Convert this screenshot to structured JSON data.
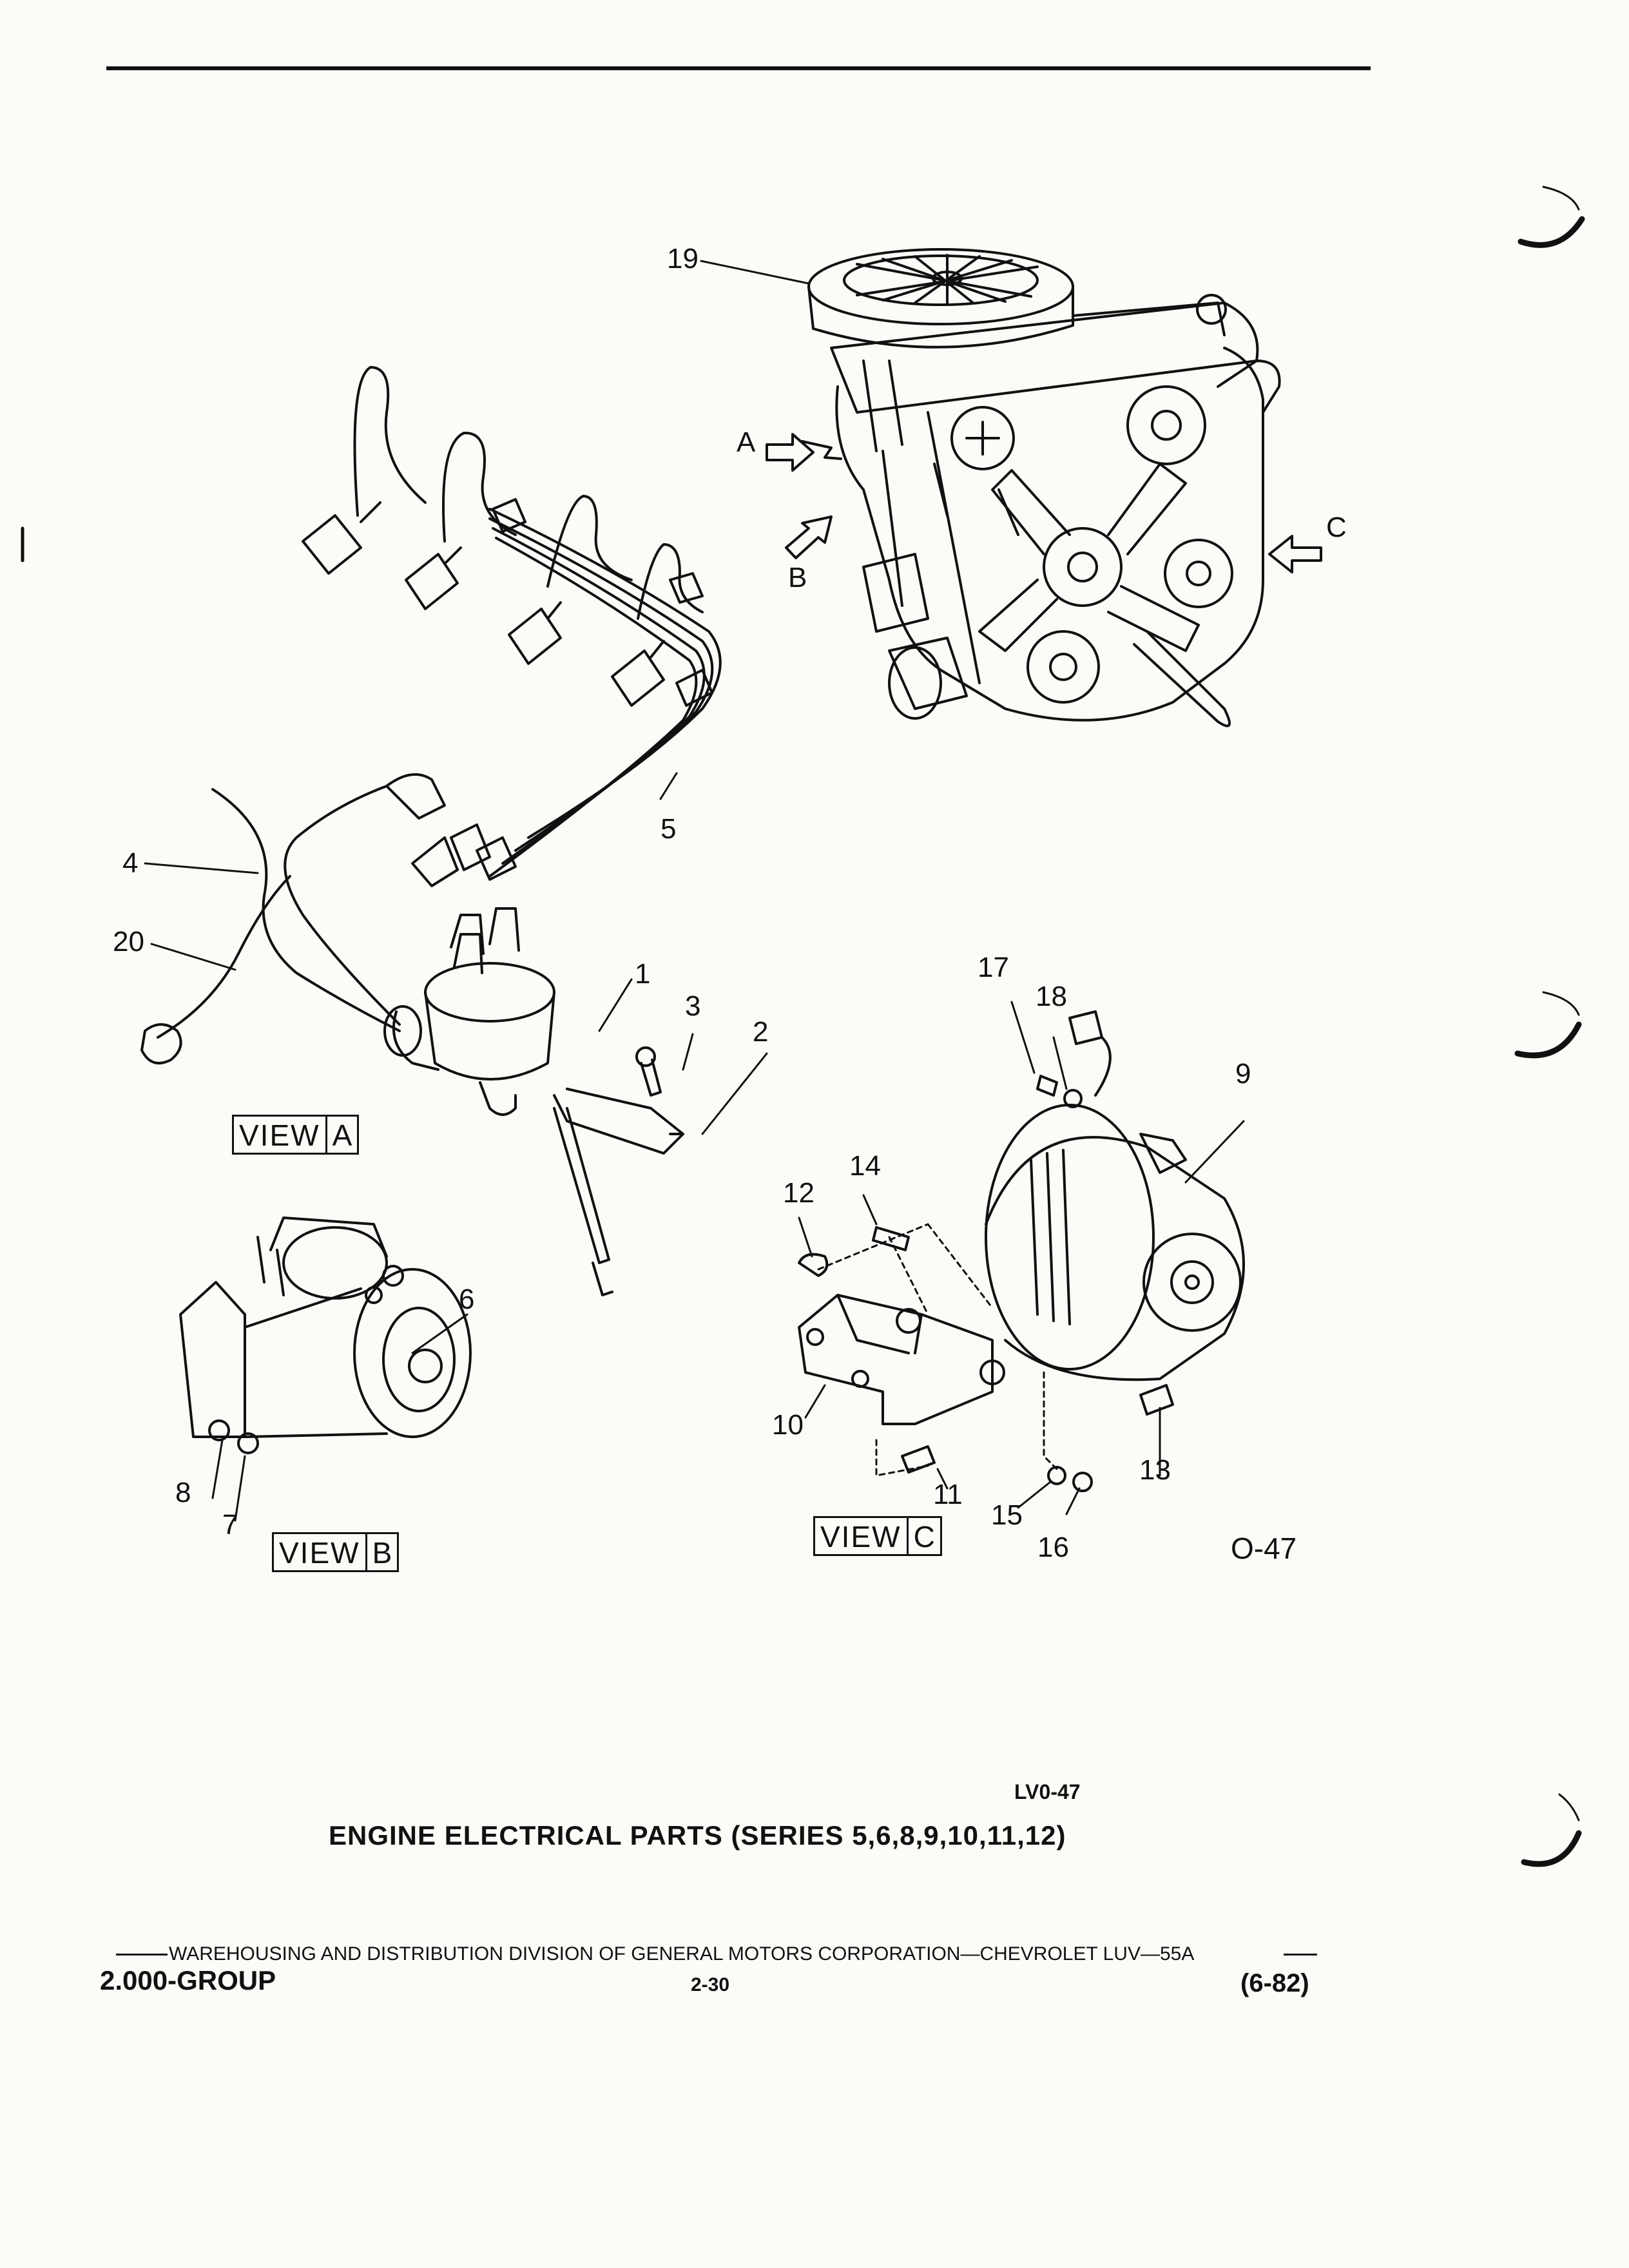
{
  "diagram": {
    "callouts": [
      "19",
      "A",
      "B",
      "C",
      "5",
      "4",
      "20",
      "1",
      "3",
      "2",
      "17",
      "18",
      "9",
      "14",
      "12",
      "6",
      "10",
      "13",
      "11",
      "8",
      "7",
      "15",
      "16"
    ],
    "views": [
      {
        "word": "VIEW",
        "key": "A"
      },
      {
        "word": "VIEW",
        "key": "B"
      },
      {
        "word": "VIEW",
        "key": "C"
      }
    ],
    "figure_code": "O-47"
  },
  "caption": {
    "code": "LV0-47",
    "title": "ENGINE ELECTRICAL PARTS (SERIES 5,6,8,9,10,11,12)"
  },
  "footer": {
    "publisher": "WAREHOUSING AND DISTRIBUTION  DIVISION OF GENERAL MOTORS CORPORATION—CHEVROLET LUV—55A",
    "group": "2.000-GROUP",
    "page": "2-30",
    "date": "(6-82)"
  }
}
